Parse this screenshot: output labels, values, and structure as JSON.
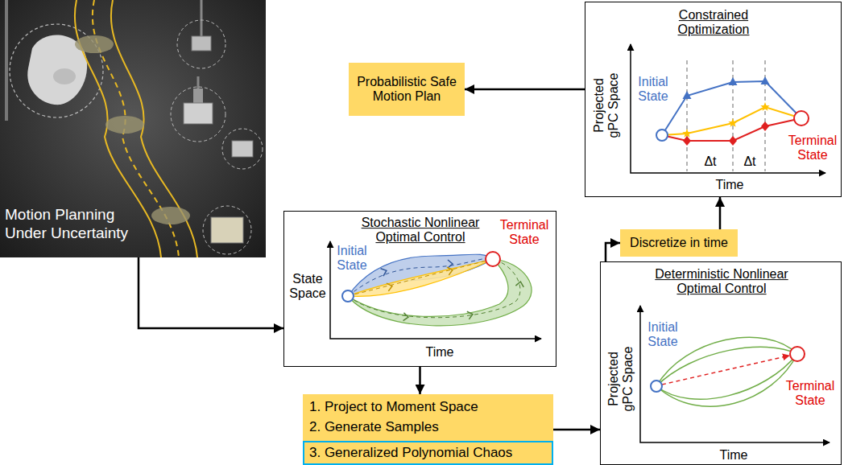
{
  "diagram": {
    "nodes": [
      {
        "text": [
          "Motion Planning Under Uncertainty"
        ]
      },
      {
        "text": [
          "Probabilistic Safe Motion Plan"
        ]
      },
      {
        "text": [
          "Constrained Optimization",
          "Projected gPC Space",
          "Initial State",
          "Terminal State",
          "Δt",
          "Δt",
          "Time"
        ]
      },
      {
        "text": [
          "Stochastic Nonlinear Optimal Control",
          "State Space",
          "Initial State",
          "Terminal State",
          "Time"
        ]
      },
      {
        "text": [
          "Discretize in time"
        ]
      },
      {
        "text": [
          "Deterministic Nonlinear Optimal Control",
          "Projected gPC Space",
          "Initial State",
          "Terminal State",
          "Time"
        ]
      },
      {
        "text": [
          "1. Project to Moment Space",
          "2. Generate Samples"
        ]
      },
      {
        "text": [
          "3. Generalized Polynomial Chaos"
        ],
        "in": 6
      }
    ],
    "edges": [
      {
        "from": 0,
        "to": 3,
        "arrow": "to"
      },
      {
        "from": 3,
        "to": 6,
        "arrow": "to"
      },
      {
        "from": 6,
        "to": 5,
        "arrow": "to"
      },
      {
        "from": 5,
        "to": 4,
        "arrow": "to"
      },
      {
        "from": 4,
        "to": 2,
        "arrow": "to"
      },
      {
        "from": 2,
        "to": 1,
        "arrow": "to"
      }
    ]
  }
}
